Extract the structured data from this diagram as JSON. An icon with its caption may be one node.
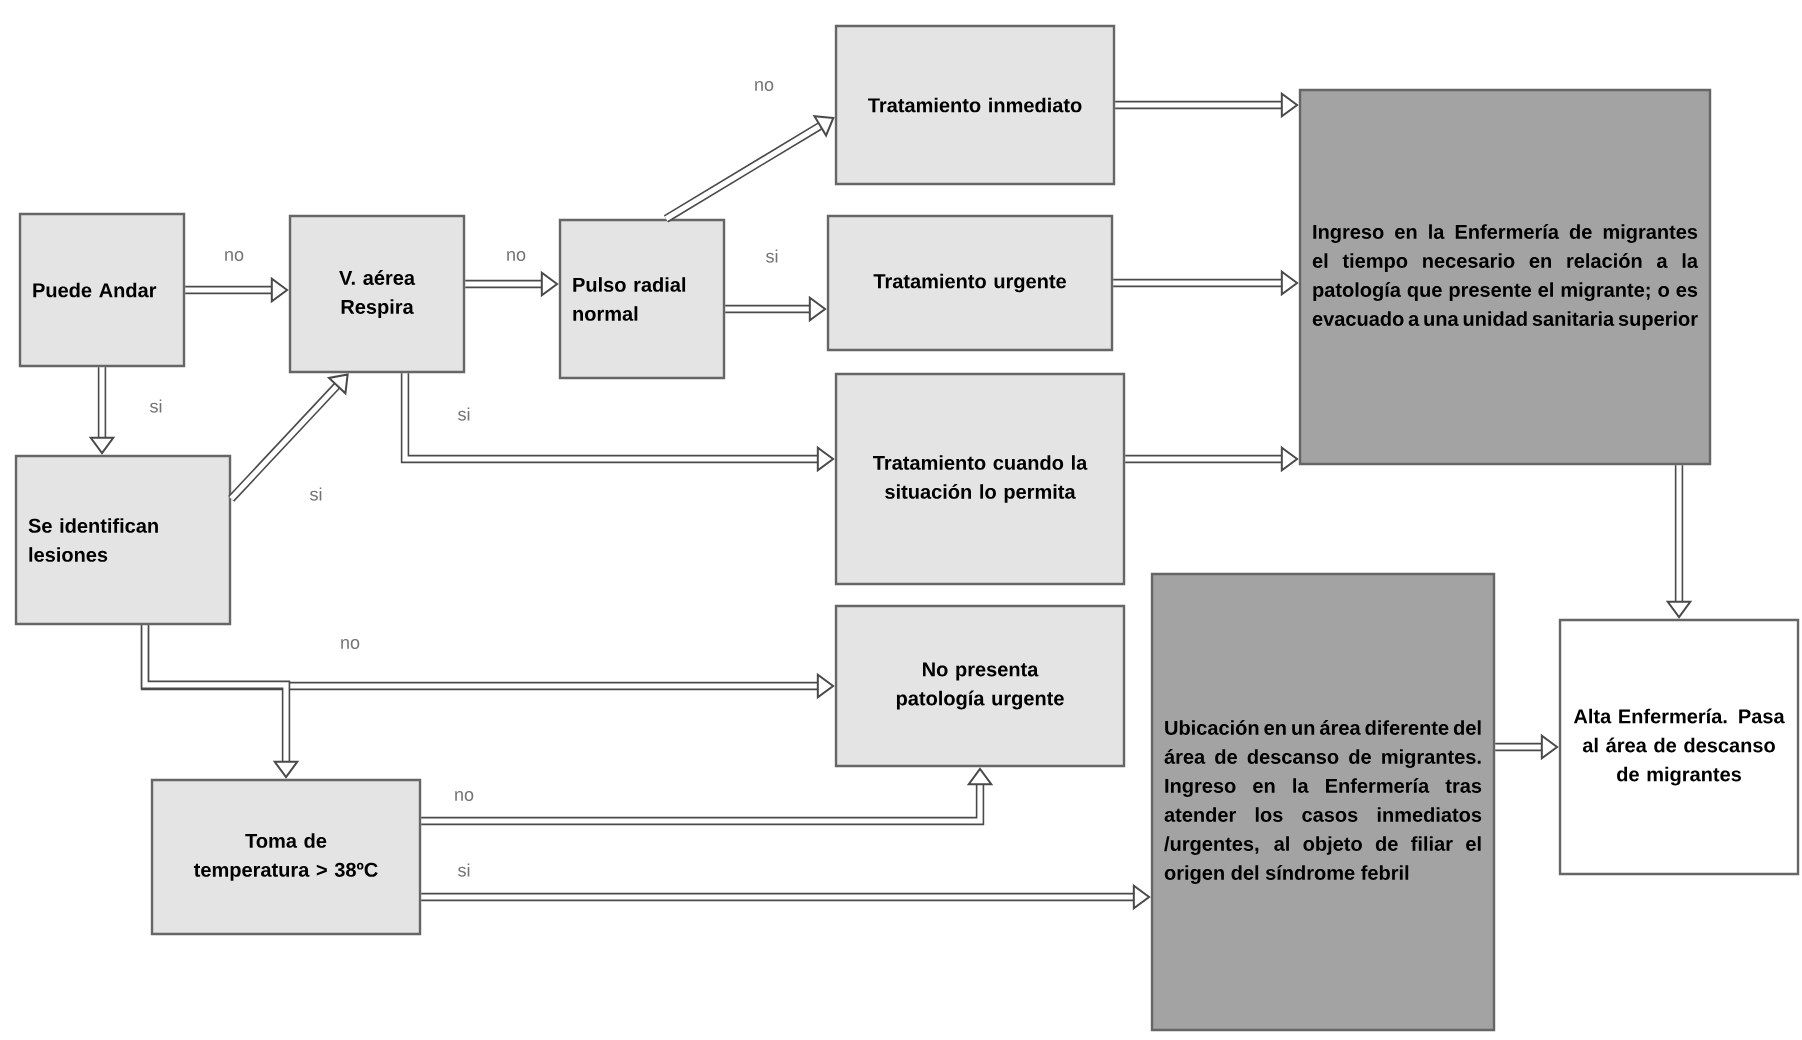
{
  "diagram": {
    "nodes": [
      {
        "text": [
          "Puede Andar"
        ]
      },
      {
        "text": [
          "V. aérea Respira"
        ]
      },
      {
        "text": [
          "Pulso radial normal"
        ]
      },
      {
        "text": [
          "Se identifican lesiones"
        ]
      },
      {
        "text": [
          "Tratamiento inmediato"
        ]
      },
      {
        "text": [
          "Tratamiento urgente"
        ]
      },
      {
        "text": [
          "Tratamiento cuando la situación lo permita"
        ]
      },
      {
        "text": [
          "Ingreso en la Enfermería de migrantes el tiempo necesario en relación a la patología que presente el migrante; o es evacuado a una unidad sanitaria superior"
        ]
      },
      {
        "text": [
          "No presenta patología urgente"
        ]
      },
      {
        "text": [
          "Toma de temperatura > 38ºC"
        ]
      },
      {
        "text": [
          "Ubicación en un área diferente del área de descanso de migrantes. Ingreso en la Enfermería tras atender los casos inmediatos /urgentes, al objeto de filiar el origen del síndrome febril"
        ]
      },
      {
        "text": [
          "Alta Enfermería. Pasa al área de descanso de migrantes"
        ]
      }
    ],
    "edges": [
      {
        "from": 0,
        "to": 1,
        "arrow": "to",
        "label": "no"
      },
      {
        "from": 1,
        "to": 2,
        "arrow": "to",
        "label": "no"
      },
      {
        "from": 2,
        "to": 4,
        "arrow": "to",
        "label": "no"
      },
      {
        "from": 2,
        "to": 5,
        "arrow": "to",
        "label": "si"
      },
      {
        "from": 0,
        "to": 3,
        "arrow": "to",
        "label": "si"
      },
      {
        "from": 3,
        "to": 1,
        "arrow": "to",
        "label": "si"
      },
      {
        "from": 1,
        "to": 6,
        "arrow": "to",
        "label": "si"
      },
      {
        "from": 3,
        "to": 8,
        "arrow": "to",
        "label": "no"
      },
      {
        "from": 3,
        "to": 9,
        "arrow": "to"
      },
      {
        "from": 9,
        "to": 8,
        "arrow": "to",
        "label": "no"
      },
      {
        "from": 9,
        "to": 10,
        "arrow": "to",
        "label": "si"
      },
      {
        "from": 4,
        "to": 7,
        "arrow": "to"
      },
      {
        "from": 5,
        "to": 7,
        "arrow": "to"
      },
      {
        "from": 6,
        "to": 7,
        "arrow": "to"
      },
      {
        "from": 7,
        "to": 11,
        "arrow": "to"
      },
      {
        "from": 10,
        "to": 11,
        "arrow": "to"
      }
    ]
  }
}
